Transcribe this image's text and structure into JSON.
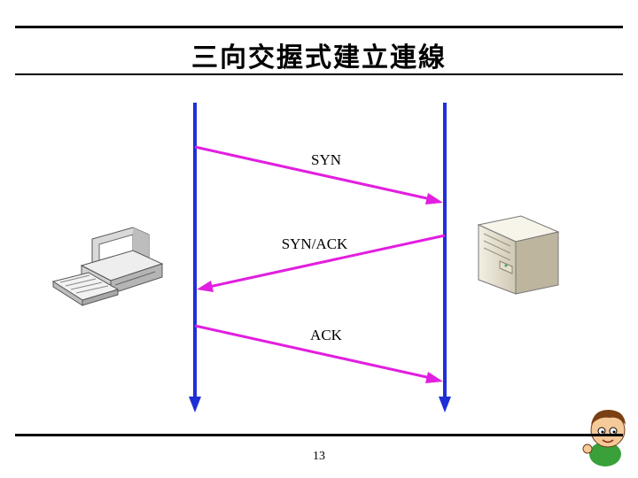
{
  "slide": {
    "title": "三向交握式建立連線",
    "page_number": "13"
  },
  "diagram": {
    "client": {
      "icon": "desktop-computer-icon"
    },
    "server": {
      "icon": "server-tower-icon"
    },
    "messages": [
      {
        "label": "SYN",
        "direction": "client-to-server"
      },
      {
        "label": "SYN/ACK",
        "direction": "server-to-client"
      },
      {
        "label": "ACK",
        "direction": "client-to-server"
      }
    ],
    "colors": {
      "timeline": "#1f2fd6",
      "arrow": "#e21ee0"
    }
  },
  "decoration": {
    "icon": "cartoon-boy-icon"
  }
}
